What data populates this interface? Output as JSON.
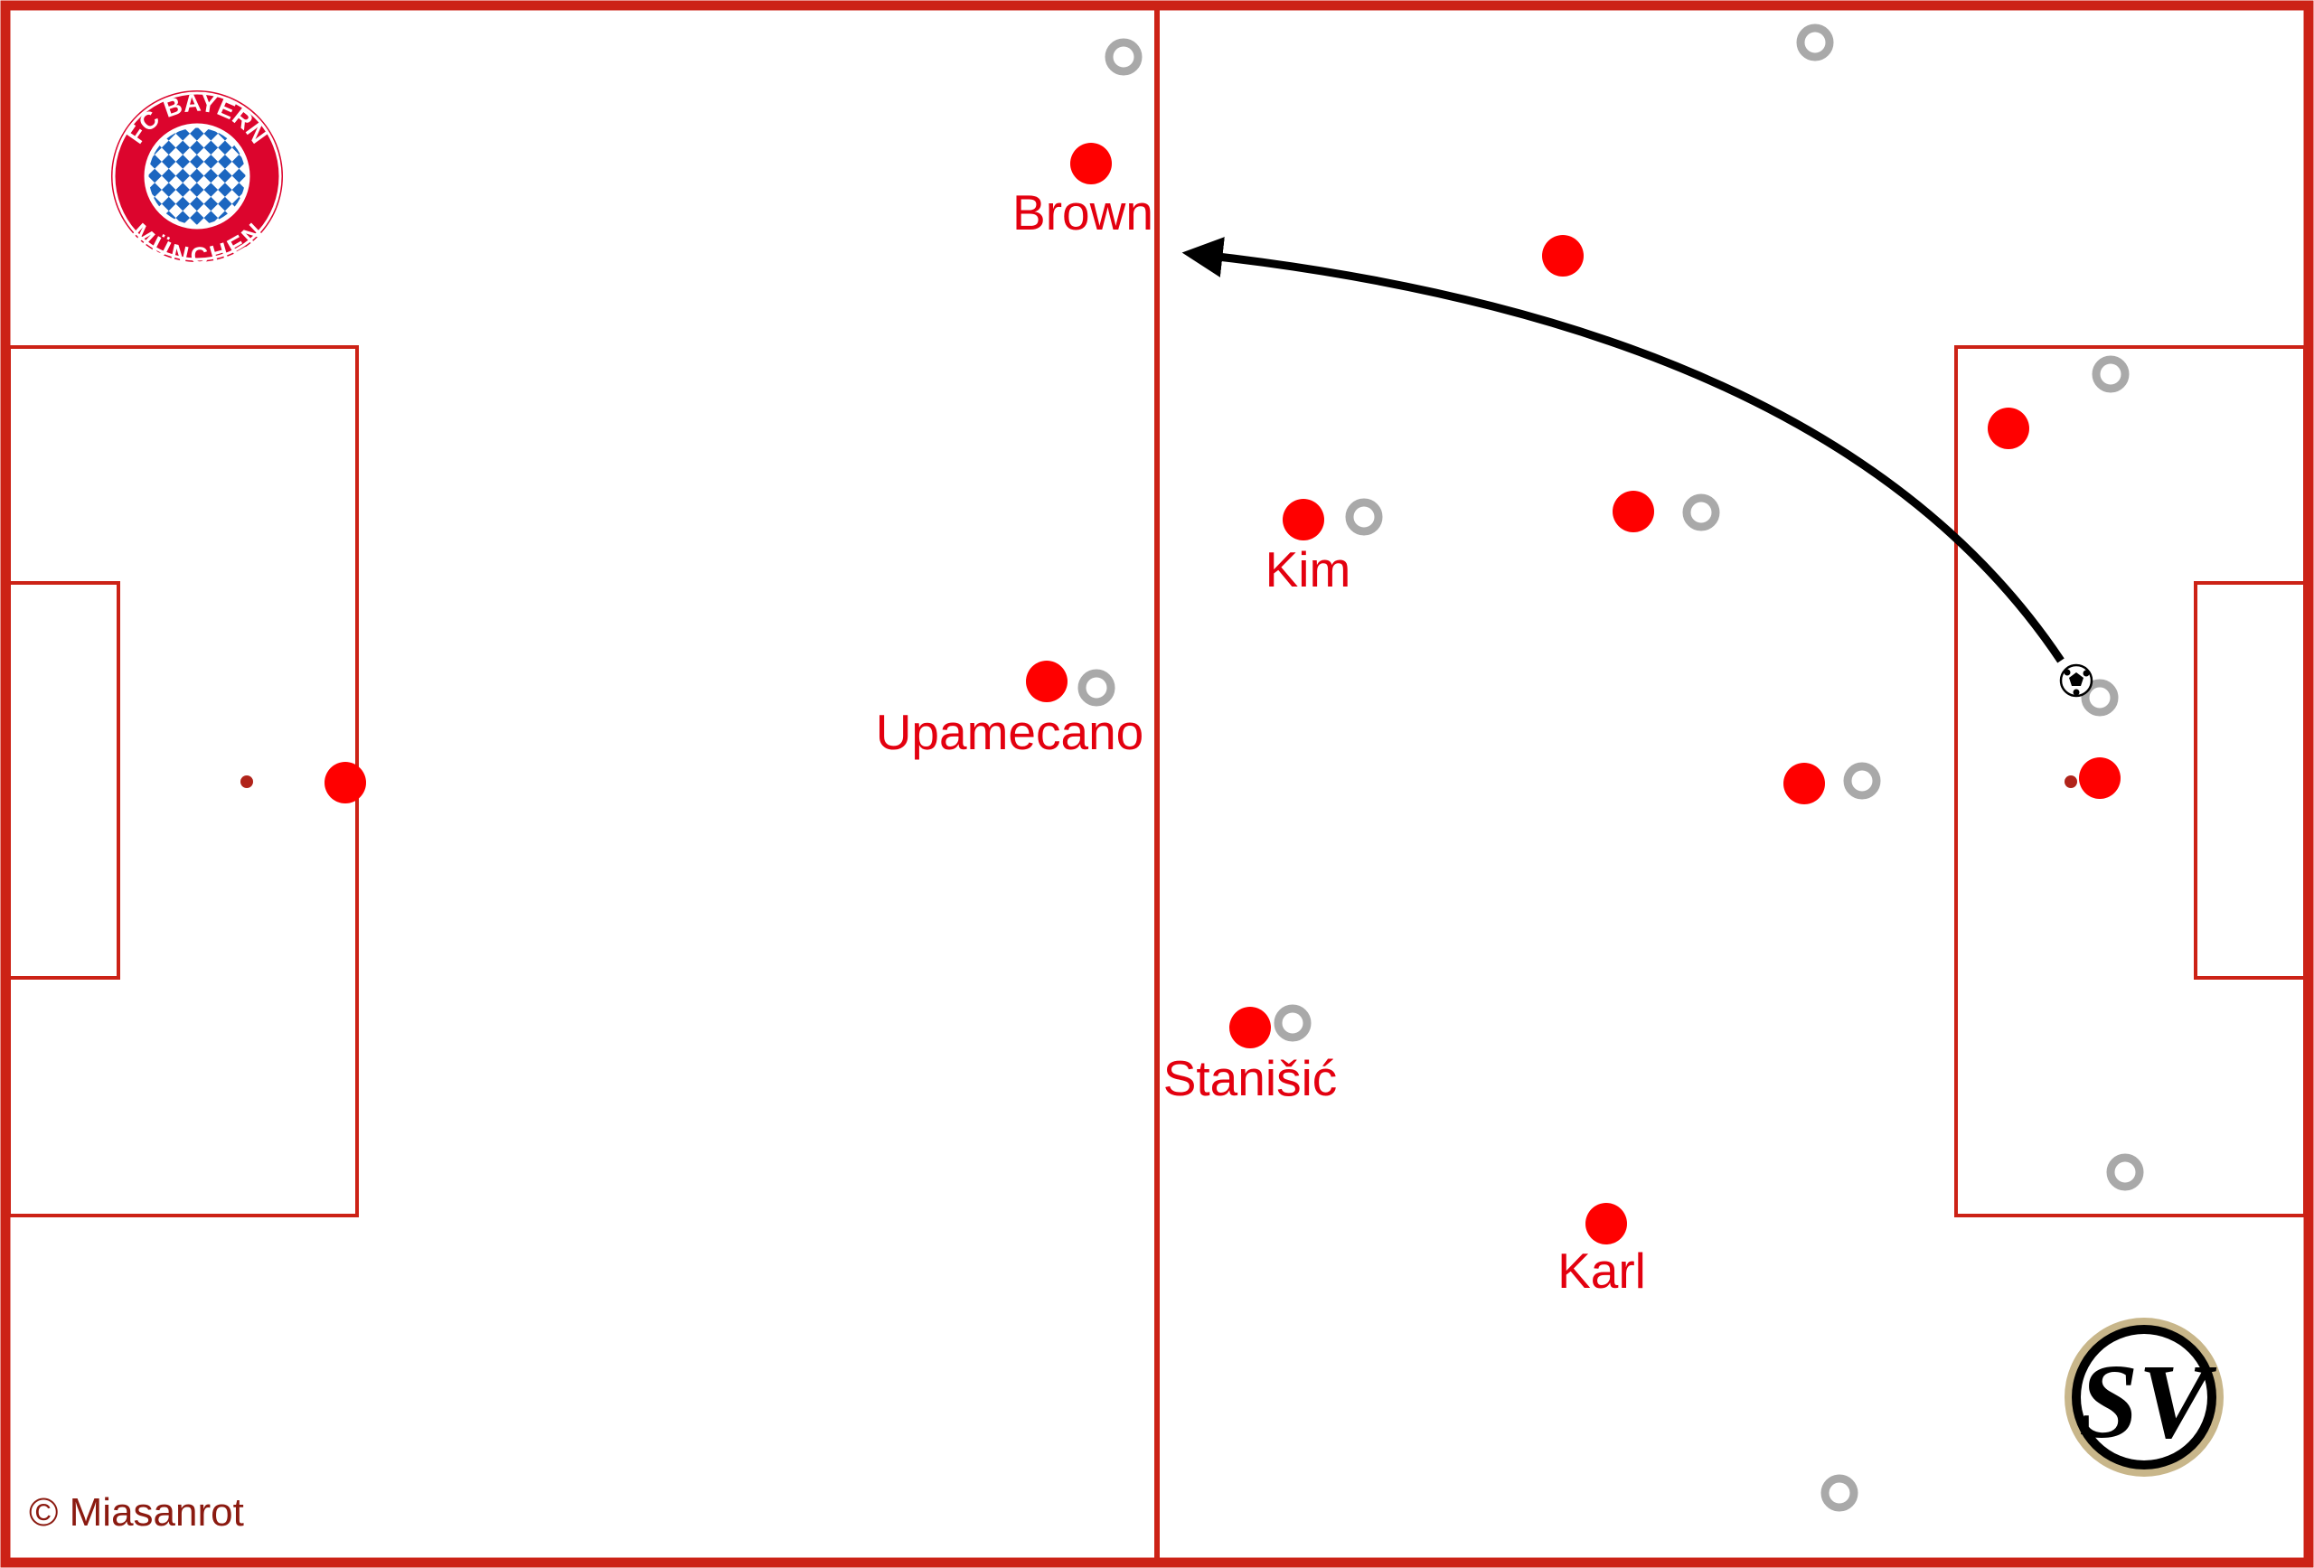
{
  "colors": {
    "pitch_lines": "#cc2216",
    "bayern_player": "#ff0000",
    "bayern_label": "#e3000f",
    "opponent_player": "#a9a9a9",
    "pass_arrow": "#000000",
    "credit_text": "#8b1a10"
  },
  "crests": {
    "bayern": {
      "ring_text_top": "FC BAYERN",
      "ring_text_bottom": "MÜNCHEN"
    },
    "opponent": {
      "monogram": "SV"
    }
  },
  "player_labels": {
    "brown": "Brown",
    "kim": "Kim",
    "upamecano": "Upamecano",
    "stanisic": "Stanišić",
    "karl": "Karl"
  },
  "ball_icon": "soccer-ball-icon",
  "credit": "© Miasanrot"
}
